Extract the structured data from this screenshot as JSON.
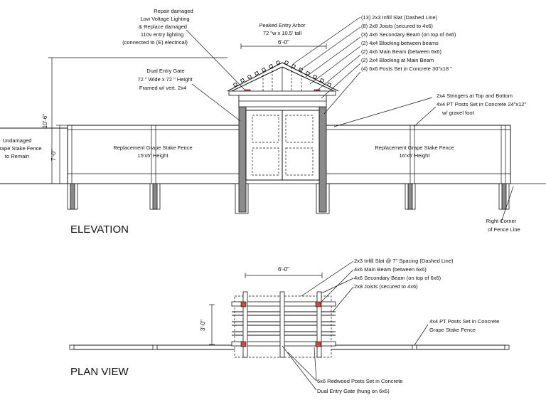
{
  "notes": {
    "lighting": [
      "Repair damaged",
      "Low Voltage Lighting",
      "& Replace damaged",
      "110v entry lighting",
      "(connected to (E) electrical)"
    ],
    "arbor": [
      "Peaked Entry Arbor",
      "72 \"w x 10.5' tall"
    ],
    "arbor_width": "6'-0\"",
    "gate": [
      "Dual Entry Gate",
      "72 \" Wide x 72 \" Height",
      "Framed w/ vert. 2x4"
    ],
    "elevation_callouts": [
      "(13) 2x3 Infill Slat (Dashed Line)",
      "(8) 2x8 Joists (secured to 4x6)",
      "(3) 4x6 Secondary Beam (on top of 6x6)",
      "(2) 4x4 Blocking between beams",
      "(2) 4x6 Main Beam (between 6x6)",
      "(2) 2x4 Blocking at Main Beam",
      "(4) 6x6 Posts Set in Concrete 30\"x18 \""
    ],
    "stringers": "2x4 Stringers at Top and Bottom",
    "pt_posts": [
      "4x4 PT Posts Set in Concrete 24\"x12\"",
      "w/ gravel foot"
    ],
    "dim_total": "10'-6\"",
    "dim_fence": "7'-0\"",
    "undamaged": [
      "Undamaged",
      "(E) Grape Stake Fence",
      "to Remain"
    ],
    "fence_left": [
      "Replacement Grape Stake Fence",
      "15'x5' Height"
    ],
    "fence_right": [
      "Replacement Grape Stake Fence",
      "16'x5' Height"
    ],
    "right_corner": [
      "Right Corner",
      "of Fence Line"
    ],
    "plan_callouts": [
      "2x3 Infill Slat @ 7\" Spacing (Dashed Line)",
      "4x6 Main Beam (between 6x6)",
      "4x6 Secondary Beam (on top of 6x6)",
      "2x8 Joists (secured to 4x6)"
    ],
    "plan_width": "6'-0\"",
    "plan_depth": "3'-0\"",
    "plan_posts_pt": "4x4 PT Posts Set in Concrete",
    "plan_fence": "Grape Stake Fence",
    "redwood_posts": "6x6 Redwood Posts Set in Concrete",
    "dual_gate": "Dual Entry Gate (hung on 6x6)"
  },
  "titles": {
    "elevation": "ELEVATION",
    "plan": "PLAN VIEW"
  }
}
